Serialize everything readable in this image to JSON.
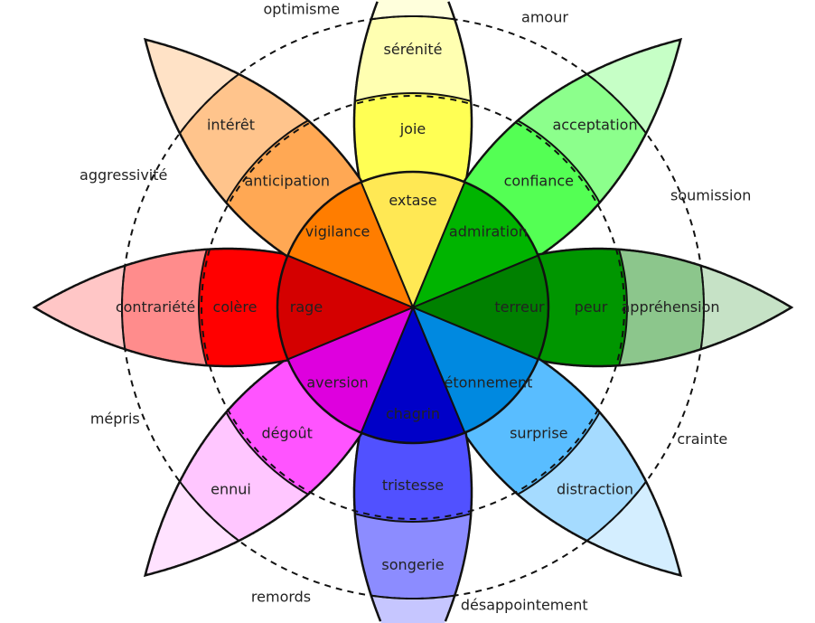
{
  "title": "Roue des émotions",
  "petals": [
    {
      "inner": "extase",
      "middle": "joie",
      "outer": "sérénité",
      "colors": {
        "inner": "#ffe854",
        "middle": "#ffff54",
        "outer": "#ffffb1",
        "tip": "#ffffdc"
      }
    },
    {
      "inner": "admiration",
      "middle": "confiance",
      "outer": "acceptation",
      "colors": {
        "inner": "#00b400",
        "middle": "#54ff54",
        "outer": "#8cff8c",
        "tip": "#c6ffc6"
      }
    },
    {
      "inner": "terreur",
      "middle": "peur",
      "outer": "appréhension",
      "colors": {
        "inner": "#008000",
        "middle": "#009600",
        "outer": "#8cc68c",
        "tip": "#c6e2c6"
      }
    },
    {
      "inner": "étonnement",
      "middle": "surprise",
      "outer": "distraction",
      "colors": {
        "inner": "#0089e0",
        "middle": "#59bdff",
        "outer": "#a5dbff",
        "tip": "#d4eeff"
      }
    },
    {
      "inner": "chagrin",
      "middle": "tristesse",
      "outer": "songerie",
      "colors": {
        "inner": "#0000c8",
        "middle": "#5151ff",
        "outer": "#8c8cff",
        "tip": "#c6c6ff"
      }
    },
    {
      "inner": "aversion",
      "middle": "dégoût",
      "outer": "ennui",
      "colors": {
        "inner": "#de00de",
        "middle": "#ff54ff",
        "outer": "#ffc6ff",
        "tip": "#ffe2ff"
      }
    },
    {
      "inner": "rage",
      "middle": "colère",
      "outer": "contrariété",
      "colors": {
        "inner": "#d40000",
        "middle": "#ff0000",
        "outer": "#ff8c8c",
        "tip": "#ffc6c6"
      }
    },
    {
      "inner": "vigilance",
      "middle": "anticipation",
      "outer": "intérêt",
      "colors": {
        "inner": "#ff7d00",
        "middle": "#ffa854",
        "outer": "#ffc48c",
        "tip": "#ffe2c6"
      }
    }
  ],
  "dyads": [
    "amour",
    "soumission",
    "crainte",
    "désappointement",
    "remords",
    "mépris",
    "aggressivité",
    "optimisme"
  ]
}
